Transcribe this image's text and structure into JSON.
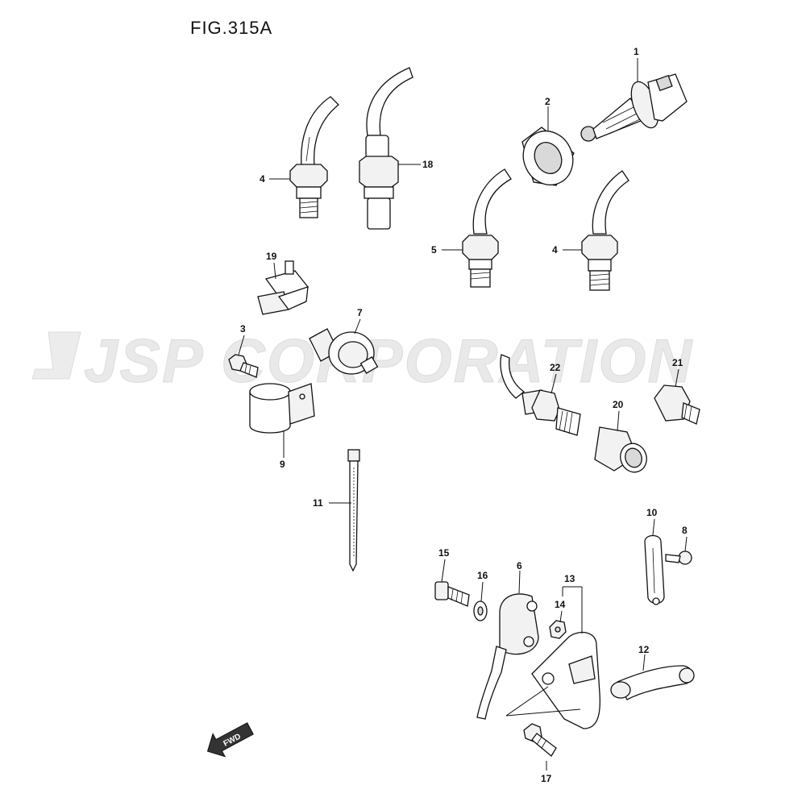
{
  "figure": {
    "title": "FIG.315A"
  },
  "watermark": {
    "text": "JSP CORPORATION"
  },
  "direction_badge": {
    "text": "FWD"
  },
  "callouts": {
    "c1": "1",
    "c2": "2",
    "c3": "3",
    "c4a": "4",
    "c4b": "4",
    "c5": "5",
    "c6": "6",
    "c7": "7",
    "c8": "8",
    "c9": "9",
    "c10": "10",
    "c11": "11",
    "c12": "12",
    "c13": "13",
    "c14": "14",
    "c15": "15",
    "c16": "16",
    "c17": "17",
    "c18": "18",
    "c19": "19",
    "c20": "20",
    "c21": "21",
    "c22": "22"
  }
}
